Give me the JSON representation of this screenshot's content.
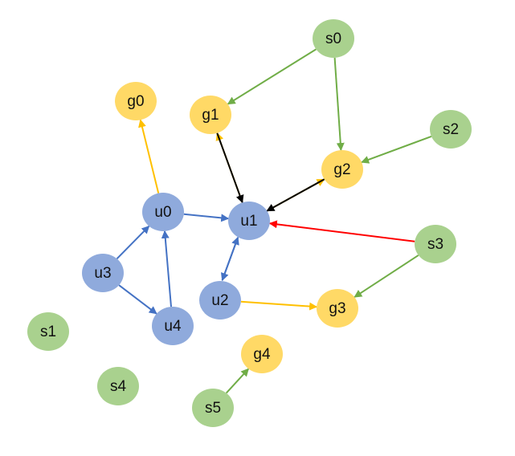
{
  "colors": {
    "user": "#8FAADC",
    "goal": "#FFD966",
    "source": "#A9D18E",
    "edge_user": "#4472C4",
    "edge_goal": "#FFC000",
    "edge_source": "#70AD47",
    "edge_black": "#000000",
    "edge_red": "#FF0000"
  },
  "nodes": [
    {
      "id": "s0",
      "label": "s0",
      "group": "source"
    },
    {
      "id": "g0",
      "label": "g0",
      "group": "goal"
    },
    {
      "id": "g1",
      "label": "g1",
      "group": "goal"
    },
    {
      "id": "s2",
      "label": "s2",
      "group": "source"
    },
    {
      "id": "g2",
      "label": "g2",
      "group": "goal"
    },
    {
      "id": "u0",
      "label": "u0",
      "group": "user"
    },
    {
      "id": "u1",
      "label": "u1",
      "group": "user"
    },
    {
      "id": "s3",
      "label": "s3",
      "group": "source"
    },
    {
      "id": "u3",
      "label": "u3",
      "group": "user"
    },
    {
      "id": "u2",
      "label": "u2",
      "group": "user"
    },
    {
      "id": "g3",
      "label": "g3",
      "group": "goal"
    },
    {
      "id": "s1",
      "label": "s1",
      "group": "source"
    },
    {
      "id": "u4",
      "label": "u4",
      "group": "user"
    },
    {
      "id": "g4",
      "label": "g4",
      "group": "goal"
    },
    {
      "id": "s4",
      "label": "s4",
      "group": "source"
    },
    {
      "id": "s5",
      "label": "s5",
      "group": "source"
    }
  ],
  "edges": [
    {
      "from": "s0",
      "to": "g1",
      "color": "edge_source"
    },
    {
      "from": "s0",
      "to": "g2",
      "color": "edge_source"
    },
    {
      "from": "s2",
      "to": "g2",
      "color": "edge_source"
    },
    {
      "from": "s3",
      "to": "g3",
      "color": "edge_source"
    },
    {
      "from": "s5",
      "to": "g4",
      "color": "edge_source"
    },
    {
      "from": "u0",
      "to": "g0",
      "color": "edge_goal"
    },
    {
      "from": "u1",
      "to": "g1",
      "color": "edge_goal"
    },
    {
      "from": "u1",
      "to": "g2",
      "color": "edge_goal"
    },
    {
      "from": "u2",
      "to": "g3",
      "color": "edge_goal"
    },
    {
      "from": "g1",
      "to": "u1",
      "color": "edge_black"
    },
    {
      "from": "g2",
      "to": "u1",
      "color": "edge_black"
    },
    {
      "from": "s3",
      "to": "u1",
      "color": "edge_red"
    },
    {
      "from": "u0",
      "to": "u1",
      "color": "edge_user"
    },
    {
      "from": "u3",
      "to": "u0",
      "color": "edge_user"
    },
    {
      "from": "u3",
      "to": "u4",
      "color": "edge_user"
    },
    {
      "from": "u4",
      "to": "u0",
      "color": "edge_user"
    },
    {
      "from": "u2",
      "to": "u1",
      "color": "edge_user"
    },
    {
      "from": "u1",
      "to": "u2",
      "color": "edge_user"
    }
  ]
}
